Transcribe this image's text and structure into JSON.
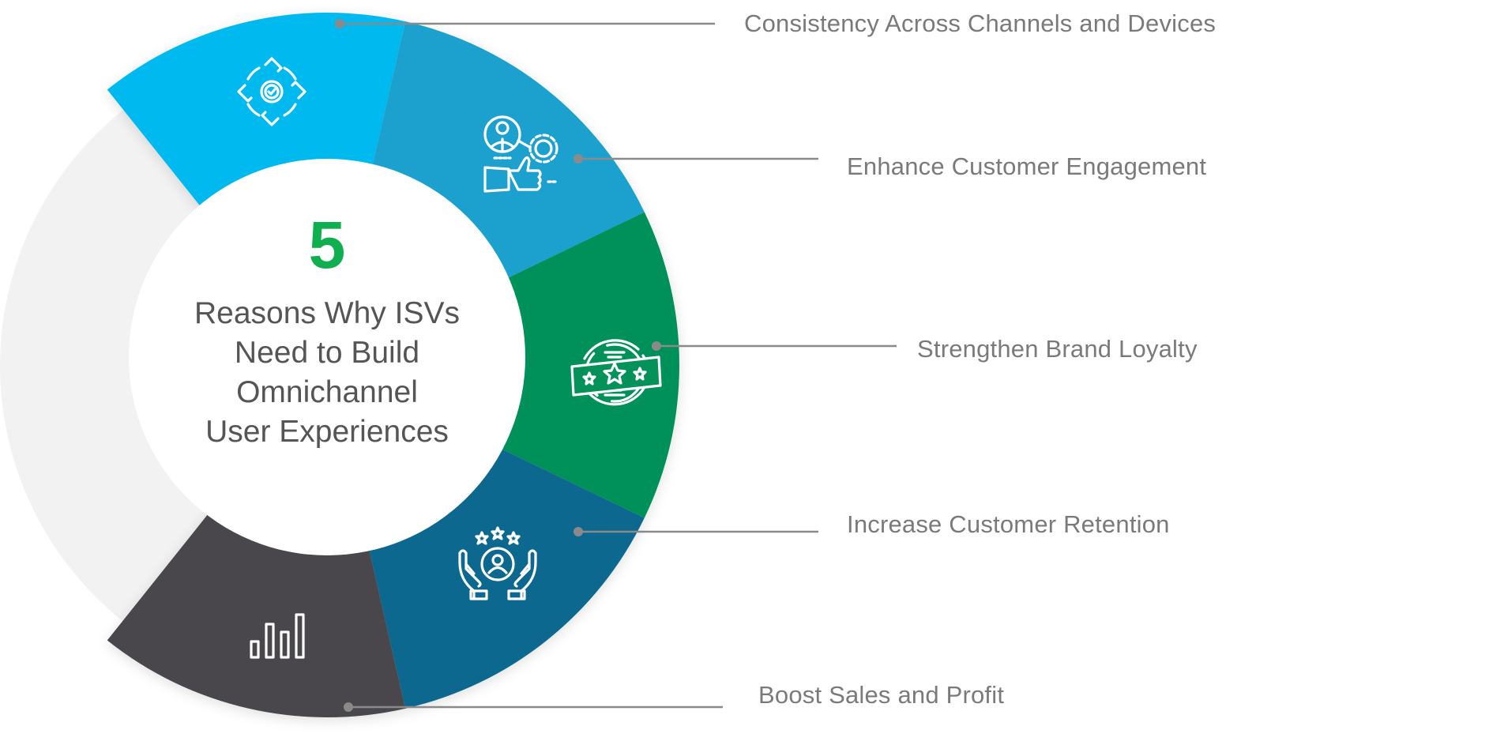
{
  "center": {
    "number": "5",
    "title_lines": [
      "Reasons Why ISVs",
      "Need to Build",
      "Omnichannel",
      "User Experiences"
    ]
  },
  "colors": {
    "ring_background": "#f2f2f2",
    "number": "#0fae4f",
    "title": "#555555",
    "label": "#7a7a7a",
    "leader": "#8a8a8a"
  },
  "segments": [
    {
      "label": "Consistency Across Channels and Devices",
      "icon": "cycle-check-icon",
      "color": "#02b9ef"
    },
    {
      "label": "Enhance Customer Engagement",
      "icon": "customer-gear-thumbs-up-icon",
      "color": "#1aa1cf"
    },
    {
      "label": "Strengthen Brand Loyalty",
      "icon": "star-badge-icon",
      "color": "#04915a"
    },
    {
      "label": "Increase Customer Retention",
      "icon": "hands-customer-stars-icon",
      "color": "#0e6790"
    },
    {
      "label": "Boost Sales and Profit",
      "icon": "bar-chart-icon",
      "color": "#48474b"
    }
  ]
}
